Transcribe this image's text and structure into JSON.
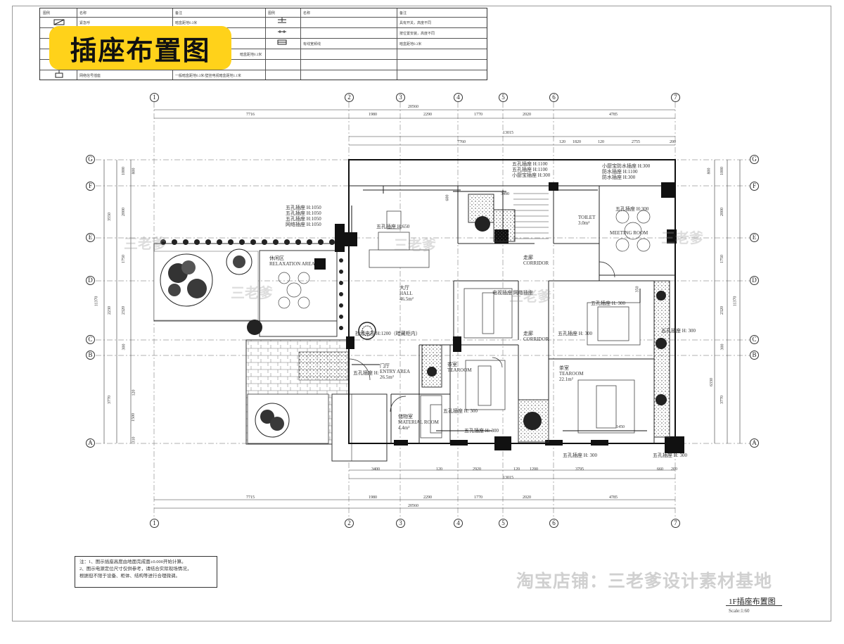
{
  "badge": "插座布置图",
  "legend": {
    "headers": [
      "图例",
      "名称",
      "备注",
      "图例",
      "名称",
      "备注"
    ],
    "rows": [
      [
        "",
        "紧急呼",
        "暗盒距地0.3米",
        "",
        "",
        "具有开关，高度不同"
      ],
      [
        "",
        "",
        "",
        "",
        "",
        "按位置安装，高度不同"
      ],
      [
        "",
        "",
        "",
        "",
        "有线宽频线",
        "暗盒距地0.3米"
      ],
      [
        "",
        "",
        "暗盒距地0.3米",
        "",
        "",
        ""
      ],
      [
        "",
        "",
        "",
        "",
        "",
        ""
      ],
      [
        "",
        "网络信号插座",
        "一般暗盒距地0.3米/壁挂电视暗盒距地1.1米",
        "",
        "",
        ""
      ]
    ]
  },
  "axes": {
    "columns": [
      "1",
      "2",
      "3",
      "4",
      "5",
      "6",
      "7"
    ],
    "rows": [
      "G",
      "F",
      "E",
      "D",
      "C",
      "B",
      "A"
    ]
  },
  "dimensions": {
    "top_total": "20560",
    "top_segments": [
      "7716",
      "1980",
      "2290",
      "1770",
      "2020",
      "4785"
    ],
    "top_inner_total": "13015",
    "top_inner_segments": [
      "7760",
      "120",
      "1820",
      "120",
      "2755",
      "200"
    ],
    "bottom_inner_segments": [
      "3400",
      "120",
      "2920",
      "120",
      "1200",
      "3795",
      "660",
      "200"
    ],
    "bottom_inner_total": "13015",
    "bottom_segments": [
      "7715",
      "1980",
      "2290",
      "1770",
      "2020",
      "4785"
    ],
    "bottom_total": "20560",
    "left_outer": [
      "11370"
    ],
    "left_mid": [
      "3550",
      "2230",
      "3770"
    ],
    "left_inner": [
      "1000",
      "800",
      "2000",
      "1750",
      "2320",
      "300",
      "120",
      "1500",
      "310"
    ],
    "right_outer": [
      "11370"
    ],
    "right_mid": [
      "6330"
    ],
    "right_inner": [
      "1000",
      "800",
      "2000",
      "1750",
      "2320",
      "300",
      "3770"
    ]
  },
  "labels": {
    "socket_1050_a": "五孔插座 H:1050",
    "socket_1050_b": "五孔插座 H:1050",
    "socket_1050_c": "五孔插座 H:1050",
    "net_1050": "网络插座 H:1050",
    "socket_650": "五孔插座 H:650",
    "relax_cn": "休闲区",
    "relax_en": "RELAXATION AREA",
    "hall_cn": "大厅",
    "hall_en": "HALL",
    "hall_area": "46.5m²",
    "kitchen_5hole_1100": "五孔插座 H:1100",
    "kitchen_5hole_1100b": "五孔插座 H:1100",
    "kitchen_small_300": "小厨宝插座 H:300",
    "water_small": "小厨宝防水插座 H:300",
    "water_1100": "防水插座 H:1100",
    "water_300": "防水插座 H:300",
    "dim_3490": "3490",
    "dim_600": "600",
    "corridor_cn": "走廊",
    "corridor_en": "CORRIDOR",
    "toilet_en": "TOILET",
    "toilet_area": "3.0m²",
    "socket_300_meeting": "五孔插座 H:300",
    "meeting_en": "MEETING ROOM",
    "tv_net": "电视插座 网络插座",
    "net_socket_short": "网络插座",
    "wall_socket": "挂墙电视 H:1200（暗藏柜内）",
    "corridor2_cn": "走廊",
    "corridor2_en": "CORRIDOR",
    "socket_300_tr1": "五孔插座 H: 300",
    "socket_300_tr2": "五孔插座 H: 300",
    "socket_300_tr3": "五孔插座 H: 300",
    "dim_350": "350",
    "tearoom_cn": "茶室",
    "tearoom_en": "TEAROOM",
    "tearoom2_cn": "茶室",
    "tearoom2_en": "TEAROOM",
    "tearoom2_area": "22.1m²",
    "entry_cn": "门厅",
    "entry_en": "ENTRY AREA",
    "entry_area": "26.5m²",
    "entry_socket": "五孔插座 H:",
    "storage_cn": "储物室",
    "storage_en": "MATERIAL ROOM",
    "storage_area": "4.4m²",
    "socket_300_a": "五孔插座 H: 300",
    "socket_300_b": "五孔插座 H: 300",
    "socket_300_c": "五孔插座 H: 300",
    "socket_300_d": "五孔插座 H: 300",
    "dim_1450": "1450"
  },
  "watermark": "三老爹",
  "notes": {
    "line1": "注：1、图示插座高度由地面完成面±0.000开始计算。",
    "line2": "2、图示电源定位尺寸仅供参考，请结合实际现场情况，",
    "line3": "根据但不限于设备、柜体、结构等进行合理微调。"
  },
  "shop_watermark": "淘宝店铺：三老爹设计素材基地",
  "title": {
    "main": "1F插座布置图",
    "scale": "Scale:1:60"
  }
}
